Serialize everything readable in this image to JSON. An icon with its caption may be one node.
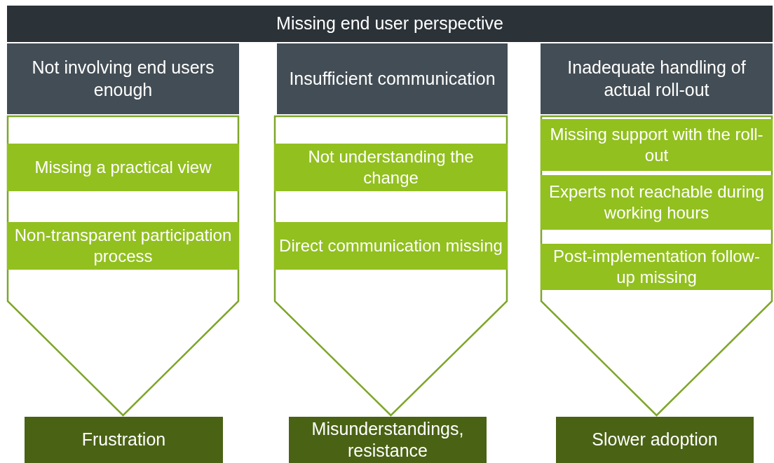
{
  "diagram": {
    "nodes": [
      {
        "text": [
          "Missing end user perspective"
        ]
      },
      {
        "text": [
          "Not involving end users enough"
        ]
      },
      {
        "text": [],
        "shape": "pentagon"
      },
      {
        "text": [
          "Missing a practical view"
        ],
        "in": 2
      },
      {
        "text": [
          "Non-transparent participation process"
        ],
        "in": 2
      },
      {
        "text": [
          "Frustration"
        ]
      },
      {
        "text": [
          "Insufficient communication"
        ]
      },
      {
        "text": [],
        "shape": "pentagon"
      },
      {
        "text": [
          "Not understanding the change"
        ],
        "in": 7
      },
      {
        "text": [
          "Direct communication missing"
        ],
        "in": 7
      },
      {
        "text": [
          "Misunderstandings, resistance"
        ]
      },
      {
        "text": [
          "Inadequate handling of actual roll-out"
        ]
      },
      {
        "text": [],
        "shape": "pentagon"
      },
      {
        "text": [
          "Missing support with the roll-out"
        ],
        "in": 12
      },
      {
        "text": [
          "Experts not reachable during working hours"
        ],
        "in": 12
      },
      {
        "text": [
          "Post-implementation follow-up missing"
        ],
        "in": 12
      },
      {
        "text": [
          "Slower adoption"
        ]
      }
    ]
  }
}
